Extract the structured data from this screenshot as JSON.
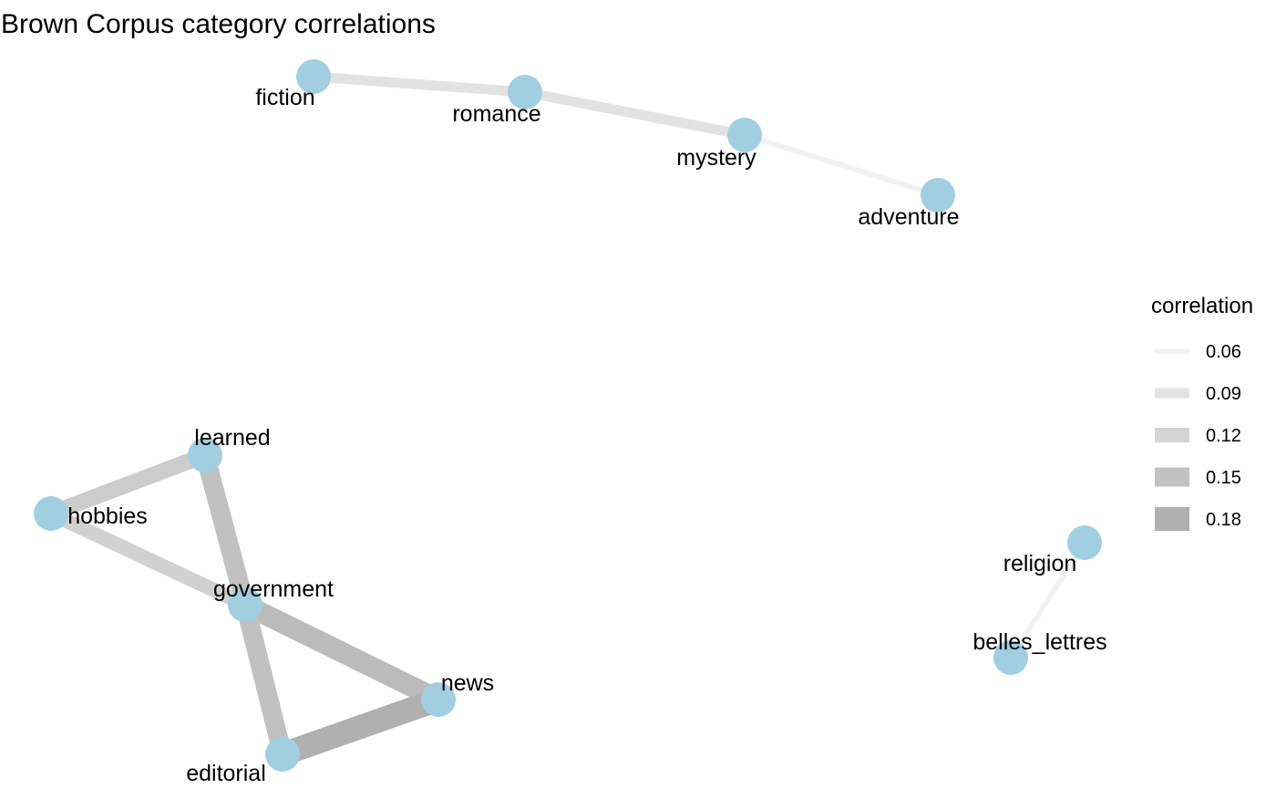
{
  "title": "Brown Corpus category correlations",
  "colors": {
    "node": "#a1cfe1",
    "background": "#ffffff",
    "text": "#000000"
  },
  "legend": {
    "title": "correlation",
    "items": [
      {
        "label": "0.06",
        "value": 0.06,
        "color": "#f2f2f2"
      },
      {
        "label": "0.09",
        "value": 0.09,
        "color": "#e3e3e3"
      },
      {
        "label": "0.12",
        "value": 0.12,
        "color": "#d4d4d4"
      },
      {
        "label": "0.15",
        "value": 0.15,
        "color": "#c2c2c2"
      },
      {
        "label": "0.18",
        "value": 0.18,
        "color": "#b0b0b0"
      }
    ]
  },
  "nodes": [
    {
      "id": "fiction",
      "label": "fiction"
    },
    {
      "id": "romance",
      "label": "romance"
    },
    {
      "id": "mystery",
      "label": "mystery"
    },
    {
      "id": "adventure",
      "label": "adventure"
    },
    {
      "id": "learned",
      "label": "learned"
    },
    {
      "id": "hobbies",
      "label": "hobbies"
    },
    {
      "id": "government",
      "label": "government"
    },
    {
      "id": "news",
      "label": "news"
    },
    {
      "id": "editorial",
      "label": "editorial"
    },
    {
      "id": "religion",
      "label": "religion"
    },
    {
      "id": "belles_lettres",
      "label": "belles_lettres"
    }
  ],
  "edges": [
    {
      "source": "fiction",
      "target": "romance",
      "correlation": 0.09
    },
    {
      "source": "romance",
      "target": "mystery",
      "correlation": 0.09
    },
    {
      "source": "mystery",
      "target": "adventure",
      "correlation": 0.06
    },
    {
      "source": "learned",
      "target": "hobbies",
      "correlation": 0.13
    },
    {
      "source": "learned",
      "target": "government",
      "correlation": 0.15
    },
    {
      "source": "hobbies",
      "target": "government",
      "correlation": 0.12
    },
    {
      "source": "government",
      "target": "news",
      "correlation": 0.16
    },
    {
      "source": "government",
      "target": "editorial",
      "correlation": 0.15
    },
    {
      "source": "news",
      "target": "editorial",
      "correlation": 0.19
    },
    {
      "source": "religion",
      "target": "belles_lettres",
      "correlation": 0.06
    }
  ]
}
